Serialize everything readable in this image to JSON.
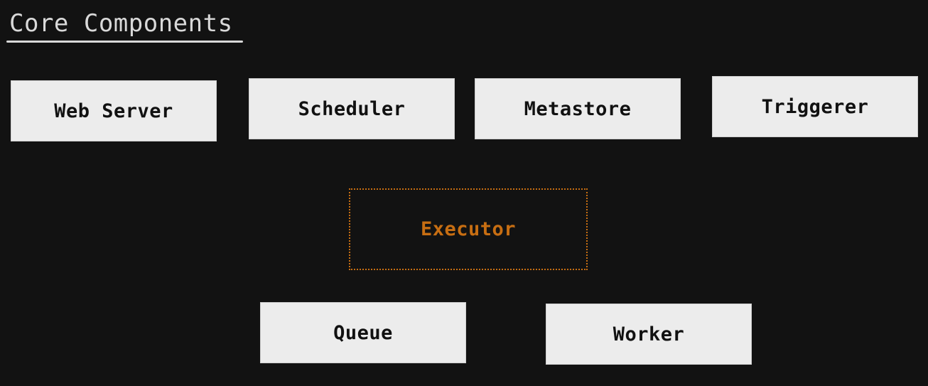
{
  "title": "Core Components",
  "components": {
    "web_server": "Web Server",
    "scheduler": "Scheduler",
    "metastore": "Metastore",
    "triggerer": "Triggerer",
    "executor": "Executor",
    "queue": "Queue",
    "worker": "Worker"
  },
  "colors": {
    "background": "#121212",
    "box_fill": "#ececec",
    "executor_accent": "#c76e12"
  }
}
